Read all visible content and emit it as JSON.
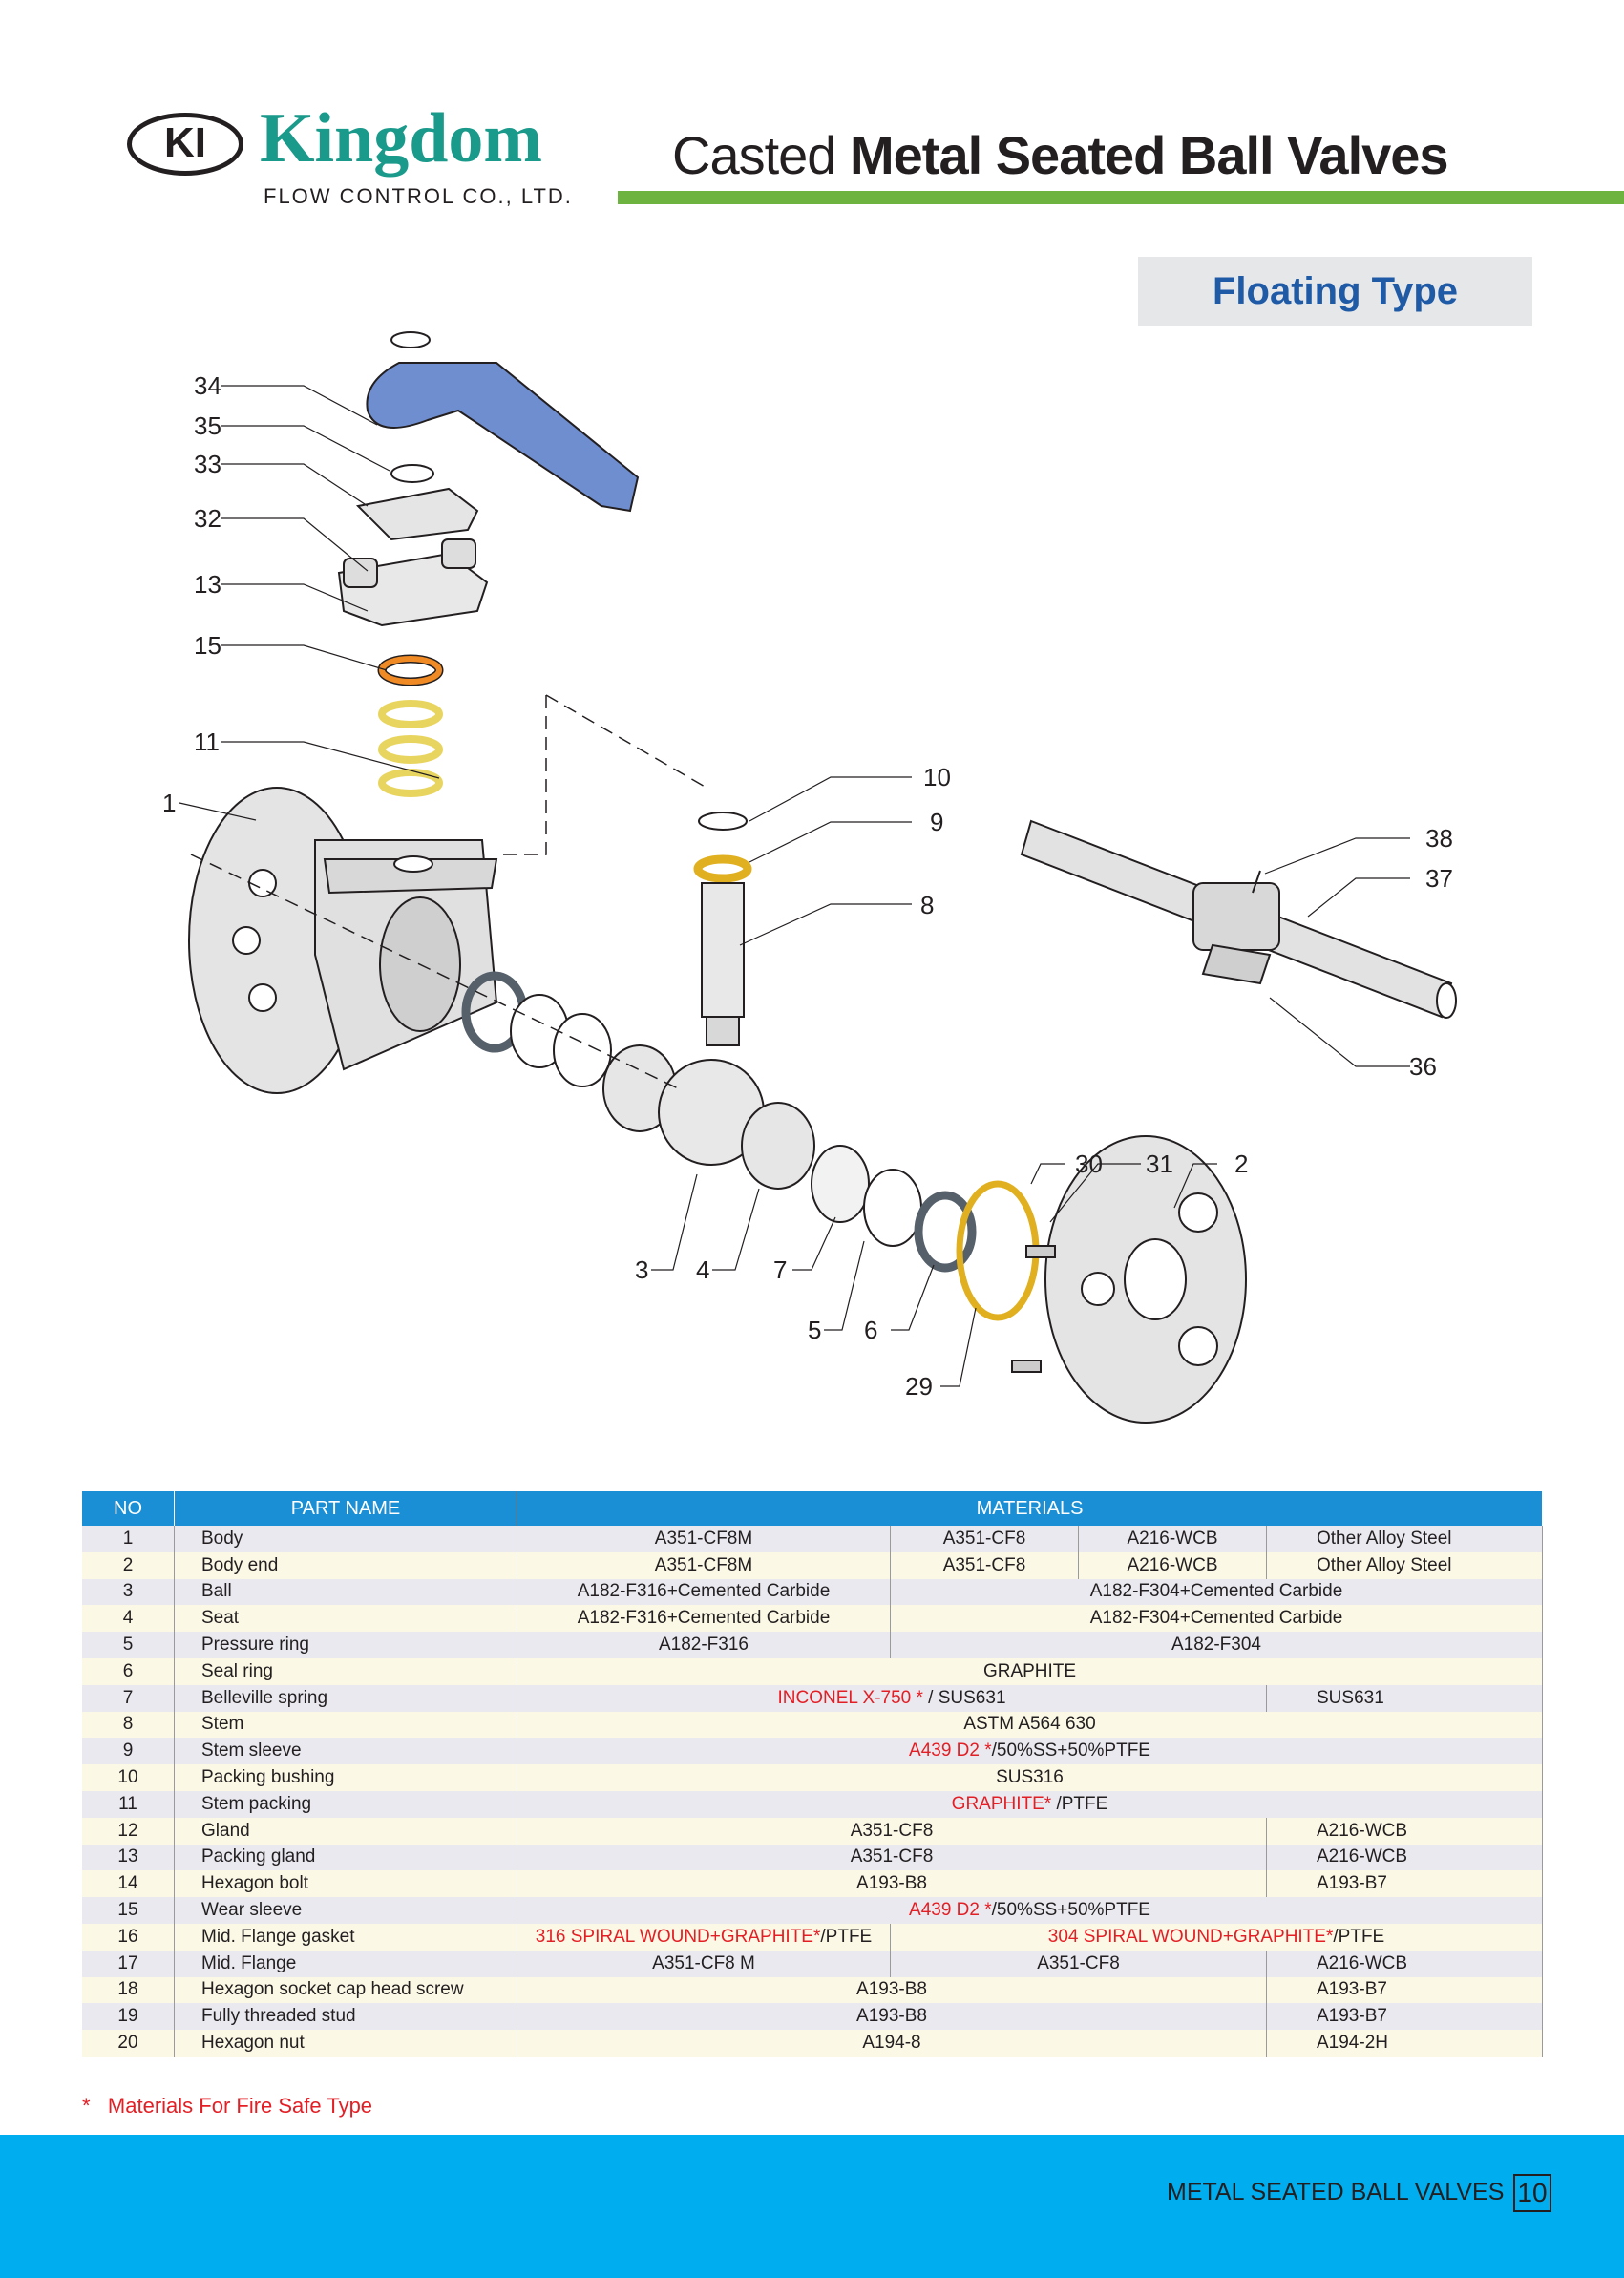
{
  "header": {
    "logo_mark": "KI",
    "brand": "Kingdom",
    "brand_sub": "FLOW CONTROL CO., LTD.",
    "title_light": "Casted",
    "title_bold": "Metal Seated Ball Valves",
    "type_label": "Floating Type"
  },
  "colors": {
    "accent_green": "#6db33f",
    "header_blue": "#1b8fd6",
    "footer_blue": "#00aeef",
    "fire_safe_red": "#e31e24",
    "brand_teal": "#1a9a8b"
  },
  "diagram": {
    "callouts": [
      "34",
      "35",
      "33",
      "32",
      "13",
      "15",
      "11",
      "1",
      "10",
      "9",
      "8",
      "38",
      "37",
      "36",
      "30",
      "31",
      "2",
      "3",
      "4",
      "7",
      "5",
      "6",
      "29"
    ]
  },
  "table": {
    "headers": {
      "no": "NO",
      "part_name": "PART NAME",
      "materials": "MATERIALS"
    },
    "rows": [
      {
        "no": "1",
        "name": "Body",
        "c1": "A351-CF8M",
        "c2": "A351-CF8",
        "c3": "A216-WCB",
        "c4": "Other Alloy Steel"
      },
      {
        "no": "2",
        "name": "Body end",
        "c1": "A351-CF8M",
        "c2": "A351-CF8",
        "c3": "A216-WCB",
        "c4": "Other Alloy Steel"
      },
      {
        "no": "3",
        "name": "Ball",
        "c1": "A182-F316+Cemented Carbide",
        "c2": "A182-F304+Cemented Carbide"
      },
      {
        "no": "4",
        "name": "Seat",
        "c1": "A182-F316+Cemented Carbide",
        "c2": "A182-F304+Cemented Carbide"
      },
      {
        "no": "5",
        "name": "Pressure ring",
        "c1": "A182-F316",
        "c2": "A182-F304"
      },
      {
        "no": "6",
        "name": "Seal ring",
        "c1": "GRAPHITE"
      },
      {
        "no": "7",
        "name": "Belleville spring",
        "red": "INCONEL X-750 *",
        "black": " / SUS631",
        "c2": "SUS631"
      },
      {
        "no": "8",
        "name": "Stem",
        "c1": "ASTM A564 630"
      },
      {
        "no": "9",
        "name": "Stem sleeve",
        "red": "A439 D2 *",
        "black": "/50%SS+50%PTFE"
      },
      {
        "no": "10",
        "name": "Packing bushing",
        "c1": "SUS316"
      },
      {
        "no": "11",
        "name": "Stem packing",
        "red": "GRAPHITE*",
        "black": " /PTFE"
      },
      {
        "no": "12",
        "name": "Gland",
        "c1": "A351-CF8",
        "c2": "A216-WCB"
      },
      {
        "no": "13",
        "name": "Packing gland",
        "c1": "A351-CF8",
        "c2": "A216-WCB"
      },
      {
        "no": "14",
        "name": "Hexagon bolt",
        "c1": "A193-B8",
        "c2": "A193-B7"
      },
      {
        "no": "15",
        "name": "Wear sleeve",
        "red": "A439 D2 *",
        "black": "/50%SS+50%PTFE"
      },
      {
        "no": "16",
        "name": "Mid. Flange gasket",
        "red1": "316 SPIRAL WOUND+GRAPHITE*",
        "black1": "/PTFE",
        "red2": "304 SPIRAL WOUND+GRAPHITE*",
        "black2": "/PTFE"
      },
      {
        "no": "17",
        "name": "Mid. Flange",
        "c1": "A351-CF8 M",
        "c2": "A351-CF8",
        "c3": "A216-WCB"
      },
      {
        "no": "18",
        "name": "Hexagon socket cap head screw",
        "c1": "A193-B8",
        "c2": "A193-B7"
      },
      {
        "no": "19",
        "name": "Fully threaded stud",
        "c1": "A193-B8",
        "c2": "A193-B7"
      },
      {
        "no": "20",
        "name": "Hexagon nut",
        "c1": "A194-8",
        "c2": "A194-2H"
      }
    ]
  },
  "note": {
    "star": "*",
    "text": "Materials For Fire Safe Type"
  },
  "footer": {
    "label": "METAL SEATED BALL VALVES",
    "page": "10"
  }
}
